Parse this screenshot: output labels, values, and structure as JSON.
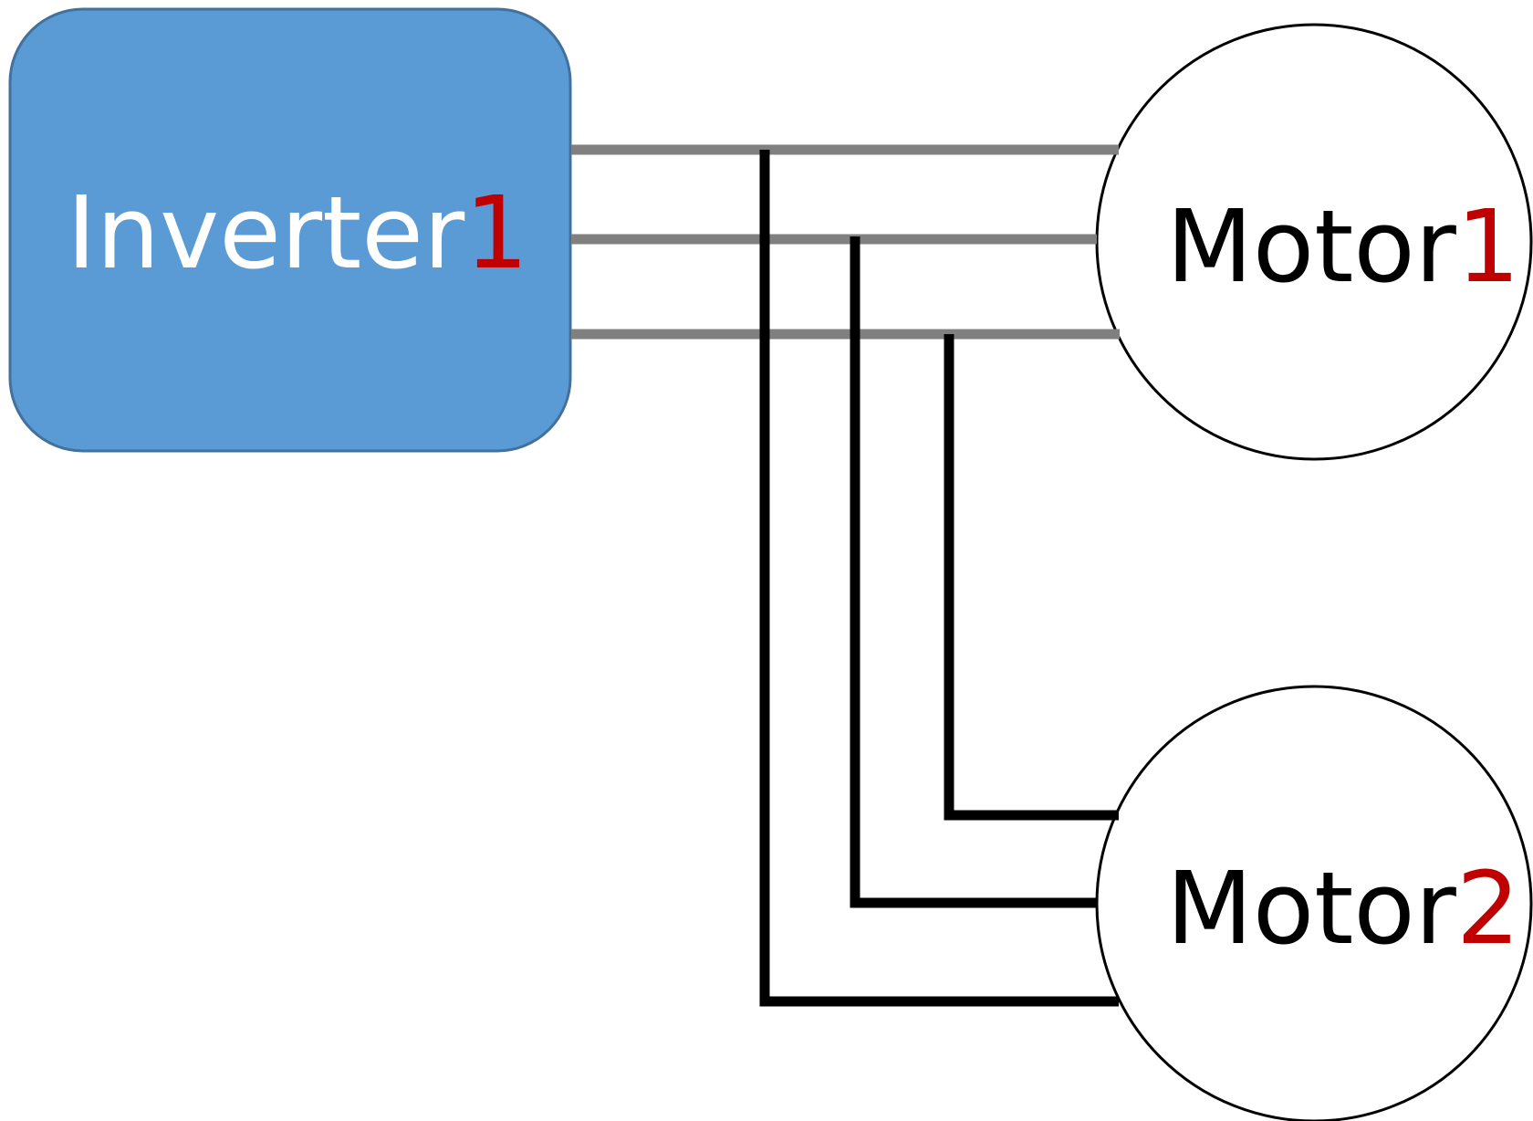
{
  "inverter": {
    "name": "Inverter",
    "number": "1",
    "fill_color": "#5b9bd5",
    "border_color": "#41719c"
  },
  "motor1": {
    "name": "Motor",
    "number": "1"
  },
  "motor2": {
    "name": "Motor",
    "number": "2"
  },
  "colors": {
    "number_accent": "#c00000",
    "inverter_bus": "#808080",
    "tap_wire": "#000000"
  }
}
